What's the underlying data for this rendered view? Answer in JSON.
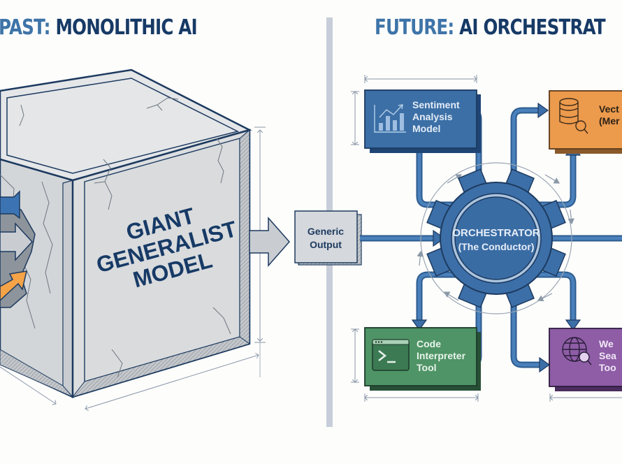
{
  "left_panel": {
    "title_lead": "PAST:",
    "title_rest": "MONOLITHIC AI",
    "cube_label": [
      "GIANT",
      "GENERALIST",
      "MODEL"
    ],
    "output_label": [
      "Generic",
      "Output"
    ]
  },
  "right_panel": {
    "title_lead": "FUTURE:",
    "title_rest": "AI ORCHESTRAT",
    "orchestrator": [
      "ORCHESTRATOR",
      "(The Conductor)"
    ],
    "nodes": [
      {
        "id": "sentiment",
        "lines": [
          "Sentiment",
          "Analysis",
          "Model"
        ],
        "icon": "chart-icon",
        "color": "#3b6fa6"
      },
      {
        "id": "vector",
        "lines": [
          "Vect",
          "(Mer"
        ],
        "icon": "database-search-icon",
        "color": "#ec9a4c"
      },
      {
        "id": "code",
        "lines": [
          "Code",
          "Interpreter",
          "Tool"
        ],
        "icon": "terminal-icon",
        "color": "#4f9466"
      },
      {
        "id": "web",
        "lines": [
          "We",
          "Sea",
          "Too"
        ],
        "icon": "globe-search-icon",
        "color": "#8e5da6"
      }
    ]
  },
  "colors": {
    "title_accent": "#3e74a8",
    "title_dark": "#173a66",
    "connector_blue": "#3c6fa8",
    "divider": "#c7ced9",
    "cube_face": "#d9dbdd",
    "arrow_orange": "#f4a347"
  }
}
